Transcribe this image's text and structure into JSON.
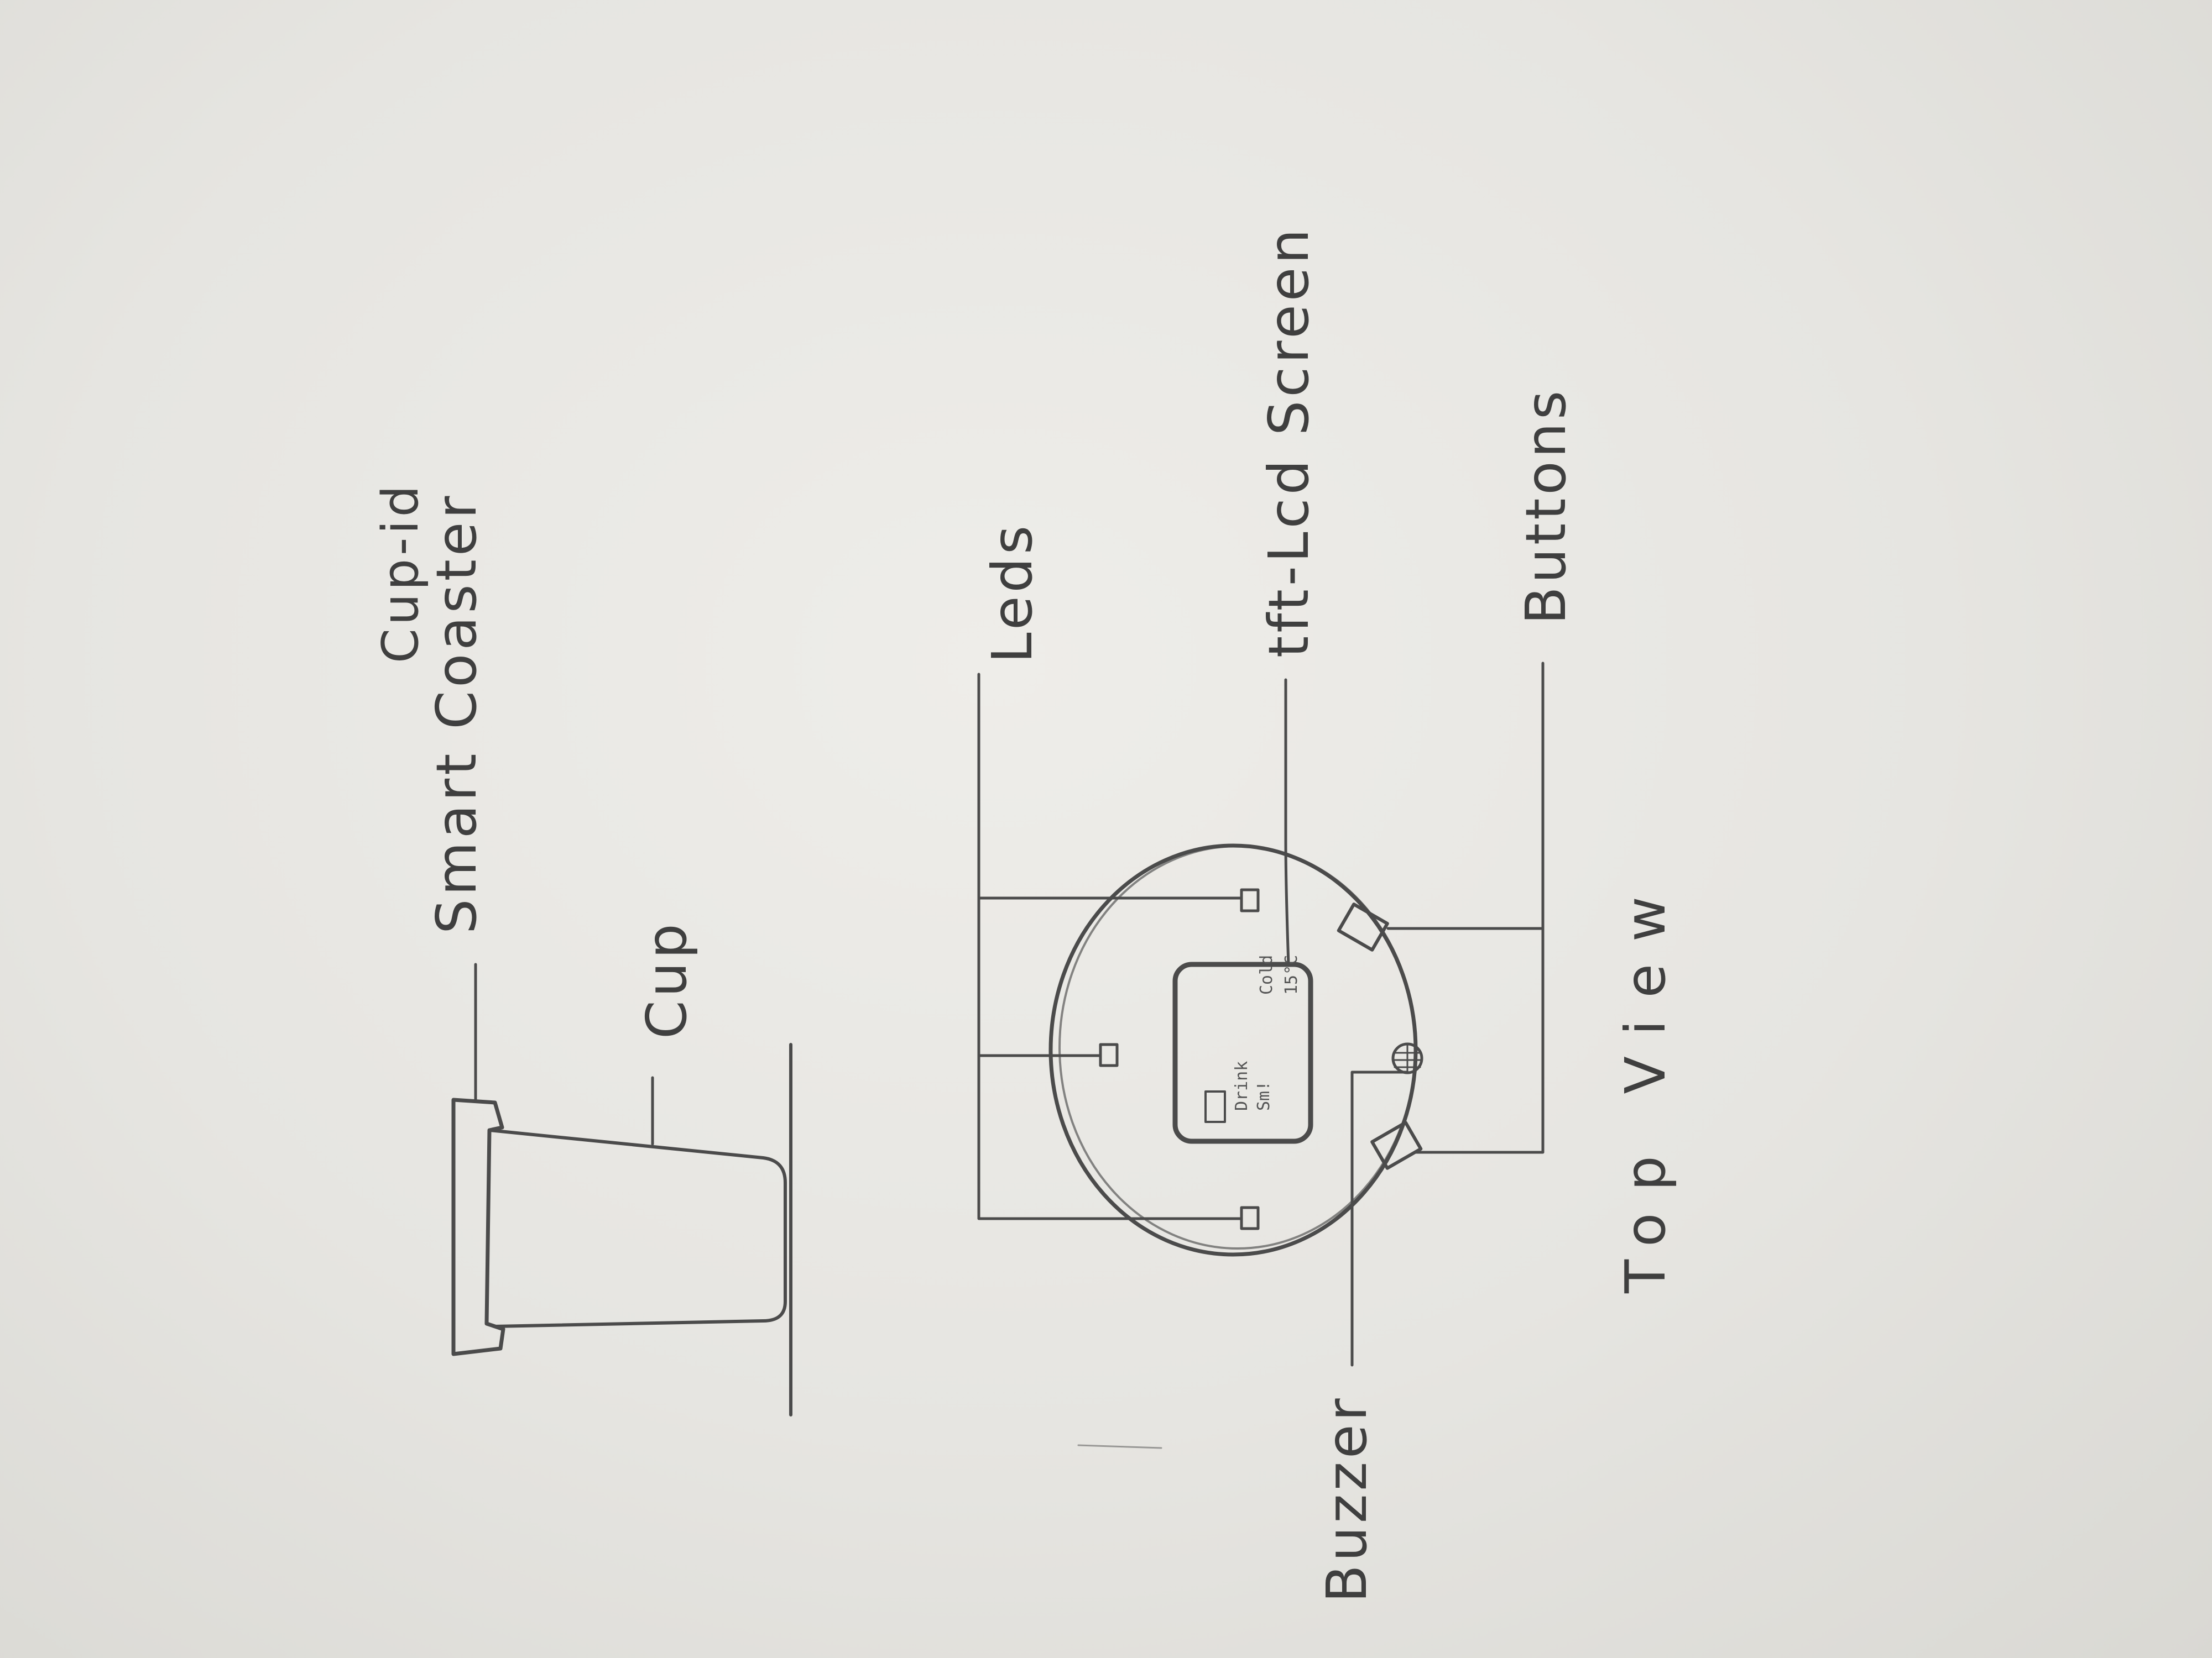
{
  "labels": {
    "smart_coaster": "Smart Coaster",
    "cupid": "Cup-id",
    "cup": "Cup",
    "leds": "Leds",
    "tft_lcd": "tft-Lcd Screen",
    "buttons": "Buttons",
    "buzzer": "Buzzer",
    "top_view": "Top View"
  }
}
